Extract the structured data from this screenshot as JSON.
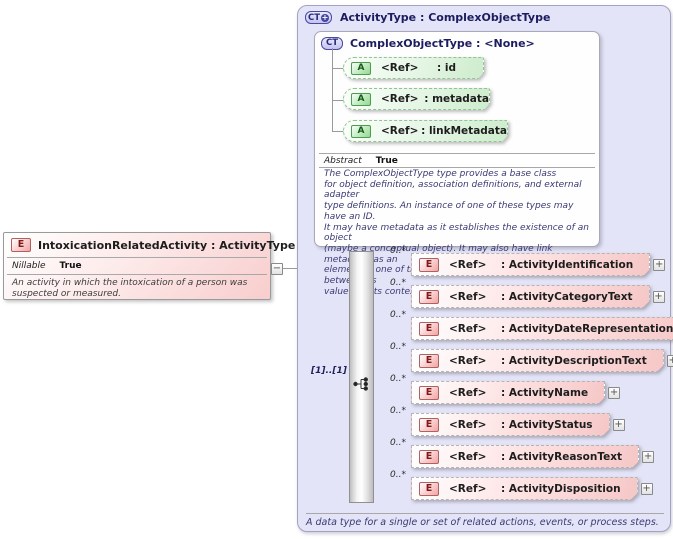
{
  "icons": {
    "element": "E",
    "attribute": "A",
    "complex_type": "CT",
    "expand": "+",
    "collapse": "−"
  },
  "left_element": {
    "title": "IntoxicationRelatedActivity : ActivityType",
    "nillable_label": "Nillable",
    "nillable_value": "True",
    "description": "An activity in which the intoxication of a person was suspected or measured."
  },
  "container": {
    "title": "ActivityType : ComplexObjectType",
    "footer": "A data type for a single or set of related actions, events, or process steps."
  },
  "base_type": {
    "title": "ComplexObjectType : <None>",
    "abstract_label": "Abstract",
    "abstract_value": "True",
    "description": "The ComplexObjectType type provides a base class\nfor object definition, association definitions, and external adapter\ntype definitions. An instance of one of these types may have an ID.\nIt may have metadata as it establishes the existence of an object\n(maybe a conceptual object). It may also have link metadata, as an\nelement of one of these types establishes a relationship between its\nvalue and its context.",
    "attributes": [
      {
        "ref": "<Ref>",
        "name": ": id"
      },
      {
        "ref": "<Ref>",
        "name": ": metadata"
      },
      {
        "ref": "<Ref>",
        "name": ": linkMetadata"
      }
    ]
  },
  "sequence": {
    "cardinality": "[1]..[1]",
    "elements": [
      {
        "occurrence": "0..*",
        "ref": "<Ref>",
        "name": ": ActivityIdentification"
      },
      {
        "occurrence": "0..*",
        "ref": "<Ref>",
        "name": ": ActivityCategoryText"
      },
      {
        "occurrence": "0..*",
        "ref": "<Ref>",
        "name": ": ActivityDateRepresentation"
      },
      {
        "occurrence": "0..*",
        "ref": "<Ref>",
        "name": ": ActivityDescriptionText"
      },
      {
        "occurrence": "0..*",
        "ref": "<Ref>",
        "name": ": ActivityName"
      },
      {
        "occurrence": "0..*",
        "ref": "<Ref>",
        "name": ": ActivityStatus"
      },
      {
        "occurrence": "0..*",
        "ref": "<Ref>",
        "name": ": ActivityReasonText"
      },
      {
        "occurrence": "0..*",
        "ref": "<Ref>",
        "name": ": ActivityDisposition"
      }
    ]
  },
  "colors": {
    "container_lavender": "#e4e4f8",
    "element_pink": "#f6c7c7",
    "attribute_green": "#cdeccd"
  }
}
